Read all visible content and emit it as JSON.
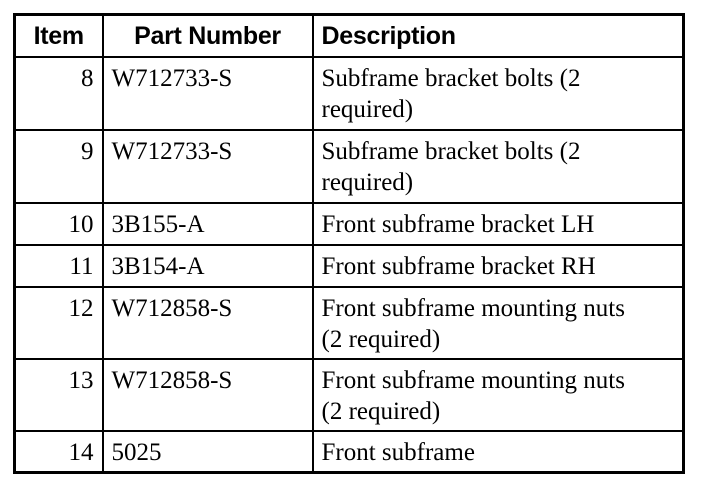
{
  "table": {
    "columns": [
      {
        "key": "item",
        "label": "Item",
        "align": "center"
      },
      {
        "key": "part",
        "label": "Part Number",
        "align": "center"
      },
      {
        "key": "description",
        "label": "Description",
        "align": "left"
      }
    ],
    "rows": [
      {
        "item": "8",
        "part": "W712733-S",
        "desc_line1": "Subframe bracket bolts (2",
        "desc_line2": "required)"
      },
      {
        "item": "9",
        "part": "W712733-S",
        "desc_line1": "Subframe bracket bolts (2",
        "desc_line2": "required)"
      },
      {
        "item": "10",
        "part": "3B155-A",
        "desc_line1": "Front subframe bracket LH",
        "desc_line2": ""
      },
      {
        "item": "11",
        "part": "3B154-A",
        "desc_line1": "Front subframe bracket RH",
        "desc_line2": ""
      },
      {
        "item": "12",
        "part": "W712858-S",
        "desc_line1": "Front subframe mounting nuts",
        "desc_line2": "(2 required)"
      },
      {
        "item": "13",
        "part": "W712858-S",
        "desc_line1": "Front subframe mounting nuts",
        "desc_line2": "(2 required)"
      },
      {
        "item": "14",
        "part": "5025",
        "desc_line1": "Front subframe",
        "desc_line2": ""
      }
    ]
  },
  "colors": {
    "border": "#000000",
    "text": "#000000",
    "background": "#ffffff"
  }
}
